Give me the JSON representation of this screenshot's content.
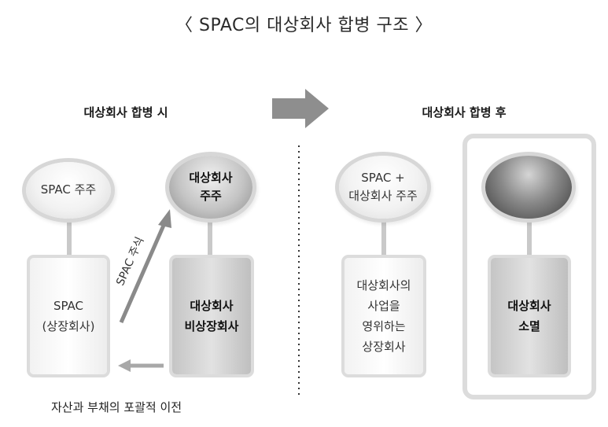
{
  "title": "〈 SPAC의 대상회사 합병 구조 〉",
  "before": {
    "header": "대상회사 합병 시",
    "spac_shareholders": "SPAC 주주",
    "target_shareholders": "대상회사\n주주",
    "spac_box": "SPAC\n(상장회사)",
    "target_box": "대상회사\n비상장회사",
    "arrow_label": "SPAC 주식",
    "transfer_caption": "자산과 부채의 포괄적 이전"
  },
  "after": {
    "header": "대상회사 합병 후",
    "combined_shareholders": "SPAC +\n대상회사 주주",
    "listed_company_box": "대상회사의\n사업을\n영위하는\n상장회사",
    "dissolved_box": "대상회사\n소멸"
  }
}
